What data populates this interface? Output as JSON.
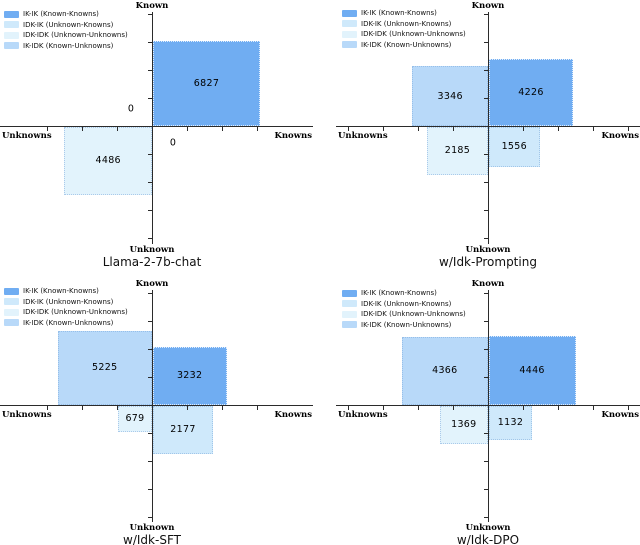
{
  "axes_labels": {
    "top": "Known",
    "bottom": "Unknown",
    "left": "Unknowns",
    "right": "Knowns"
  },
  "legend": [
    {
      "key": "ik_ik",
      "label": "IK-IK (Known-Knowns)"
    },
    {
      "key": "idk_ik",
      "label": "IDK-IK (Unknown-Knowns)"
    },
    {
      "key": "idk_idk",
      "label": "IDK-IDK (Unknown-Unknowns)"
    },
    {
      "key": "ik_idk",
      "label": "IK-IDK (Known-Unknowns)"
    }
  ],
  "colors": {
    "ik_ik": "#70adf2",
    "idk_ik": "#cfe9fb",
    "idk_idk": "#e2f3fc",
    "ik_idk": "#b8d9f9",
    "axis": "#2b2b2b"
  },
  "chart_data": [
    {
      "type": "quadrant",
      "title": "Llama-2-7b-chat",
      "legend_position": "top-left",
      "quadrants": {
        "ik_ik": 6827,
        "ik_idk": 0,
        "idk_idk": 4486,
        "idk_ik": 0
      }
    },
    {
      "type": "quadrant",
      "title": "w/Idk-Prompting",
      "legend_position": "top-left",
      "quadrants": {
        "ik_ik": 4226,
        "ik_idk": 3346,
        "idk_idk": 2185,
        "idk_ik": 1556
      }
    },
    {
      "type": "quadrant",
      "title": "w/Idk-SFT",
      "legend_position": "top-left",
      "quadrants": {
        "ik_ik": 3232,
        "ik_idk": 5225,
        "idk_idk": 679,
        "idk_ik": 2177
      }
    },
    {
      "type": "quadrant",
      "title": "w/Idk-DPO",
      "legend_position": "top-left",
      "quadrants": {
        "ik_ik": 4446,
        "ik_idk": 4366,
        "idk_idk": 1369,
        "idk_ik": 1132
      }
    }
  ]
}
